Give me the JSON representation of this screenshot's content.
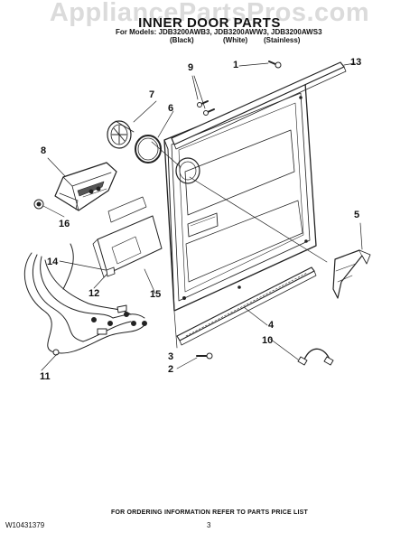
{
  "watermark": "AppliancePartsPros.com",
  "title": "INNER DOOR PARTS",
  "models_label": "For Models: JDB3200AWB3, JDB3200AWW3, JDB3200AWS3",
  "variants": [
    "(Black)",
    "(White)",
    "(Stainless)"
  ],
  "callouts": [
    "1",
    "2",
    "3",
    "4",
    "5",
    "6",
    "7",
    "8",
    "9",
    "10",
    "11",
    "12",
    "13",
    "14",
    "15",
    "16"
  ],
  "footer_note": "FOR ORDERING INFORMATION REFER TO PARTS PRICE LIST",
  "doc_number": "W10431379",
  "page_number": "3"
}
